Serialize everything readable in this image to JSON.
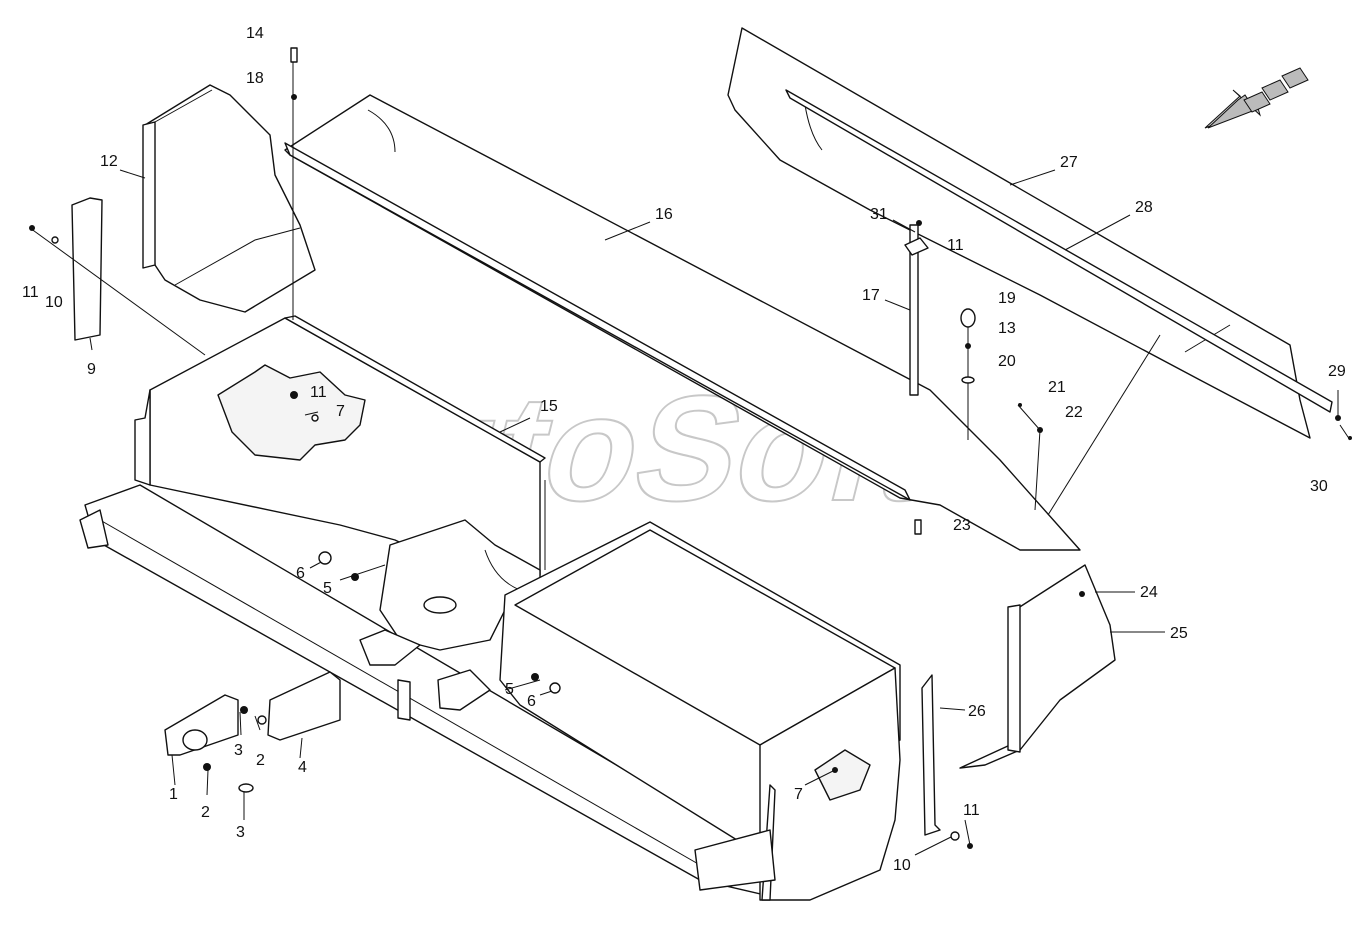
{
  "watermark": "AutoSoft",
  "callouts": [
    {
      "id": "c-14",
      "label": "14"
    },
    {
      "id": "c-18",
      "label": "18"
    },
    {
      "id": "c-12",
      "label": "12"
    },
    {
      "id": "c-9",
      "label": "9"
    },
    {
      "id": "c-11a",
      "label": "11"
    },
    {
      "id": "c-10a",
      "label": "10"
    },
    {
      "id": "c-16",
      "label": "16"
    },
    {
      "id": "c-27",
      "label": "27"
    },
    {
      "id": "c-28",
      "label": "28"
    },
    {
      "id": "c-31",
      "label": "31"
    },
    {
      "id": "c-11b",
      "label": "11"
    },
    {
      "id": "c-17",
      "label": "17"
    },
    {
      "id": "c-19",
      "label": "19"
    },
    {
      "id": "c-13",
      "label": "13"
    },
    {
      "id": "c-20",
      "label": "20"
    },
    {
      "id": "c-21",
      "label": "21"
    },
    {
      "id": "c-22",
      "label": "22"
    },
    {
      "id": "c-29",
      "label": "29"
    },
    {
      "id": "c-30",
      "label": "30"
    },
    {
      "id": "c-15",
      "label": "15"
    },
    {
      "id": "c-11c",
      "label": "11"
    },
    {
      "id": "c-7a",
      "label": "7"
    },
    {
      "id": "c-23",
      "label": "23"
    },
    {
      "id": "c-24",
      "label": "24"
    },
    {
      "id": "c-25",
      "label": "25"
    },
    {
      "id": "c-6a",
      "label": "6"
    },
    {
      "id": "c-5a",
      "label": "5"
    },
    {
      "id": "c-5b",
      "label": "5"
    },
    {
      "id": "c-6b",
      "label": "6"
    },
    {
      "id": "c-26",
      "label": "26"
    },
    {
      "id": "c-3a",
      "label": "3"
    },
    {
      "id": "c-2a",
      "label": "2"
    },
    {
      "id": "c-4",
      "label": "4"
    },
    {
      "id": "c-1",
      "label": "1"
    },
    {
      "id": "c-2b",
      "label": "2"
    },
    {
      "id": "c-3b",
      "label": "3"
    },
    {
      "id": "c-7b",
      "label": "7"
    },
    {
      "id": "c-10b",
      "label": "10"
    },
    {
      "id": "c-11d",
      "label": "11"
    }
  ]
}
